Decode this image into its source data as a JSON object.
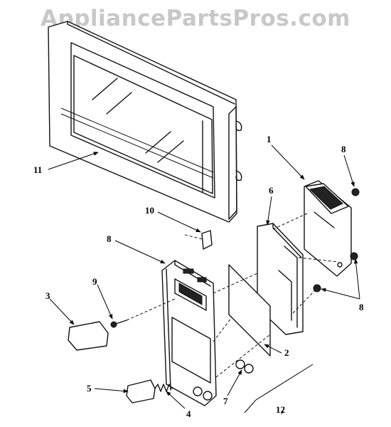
{
  "watermark": "AppliancePartsPros.com",
  "callouts": {
    "c1": "1",
    "c2": "2",
    "c3": "3",
    "c4": "4",
    "c5": "5",
    "c6": "6",
    "c7": "7",
    "c8a": "8",
    "c8b": "8",
    "c8c": "8",
    "c8d": "8",
    "c9": "9",
    "c10": "10",
    "c11": "11",
    "c12": "12"
  }
}
